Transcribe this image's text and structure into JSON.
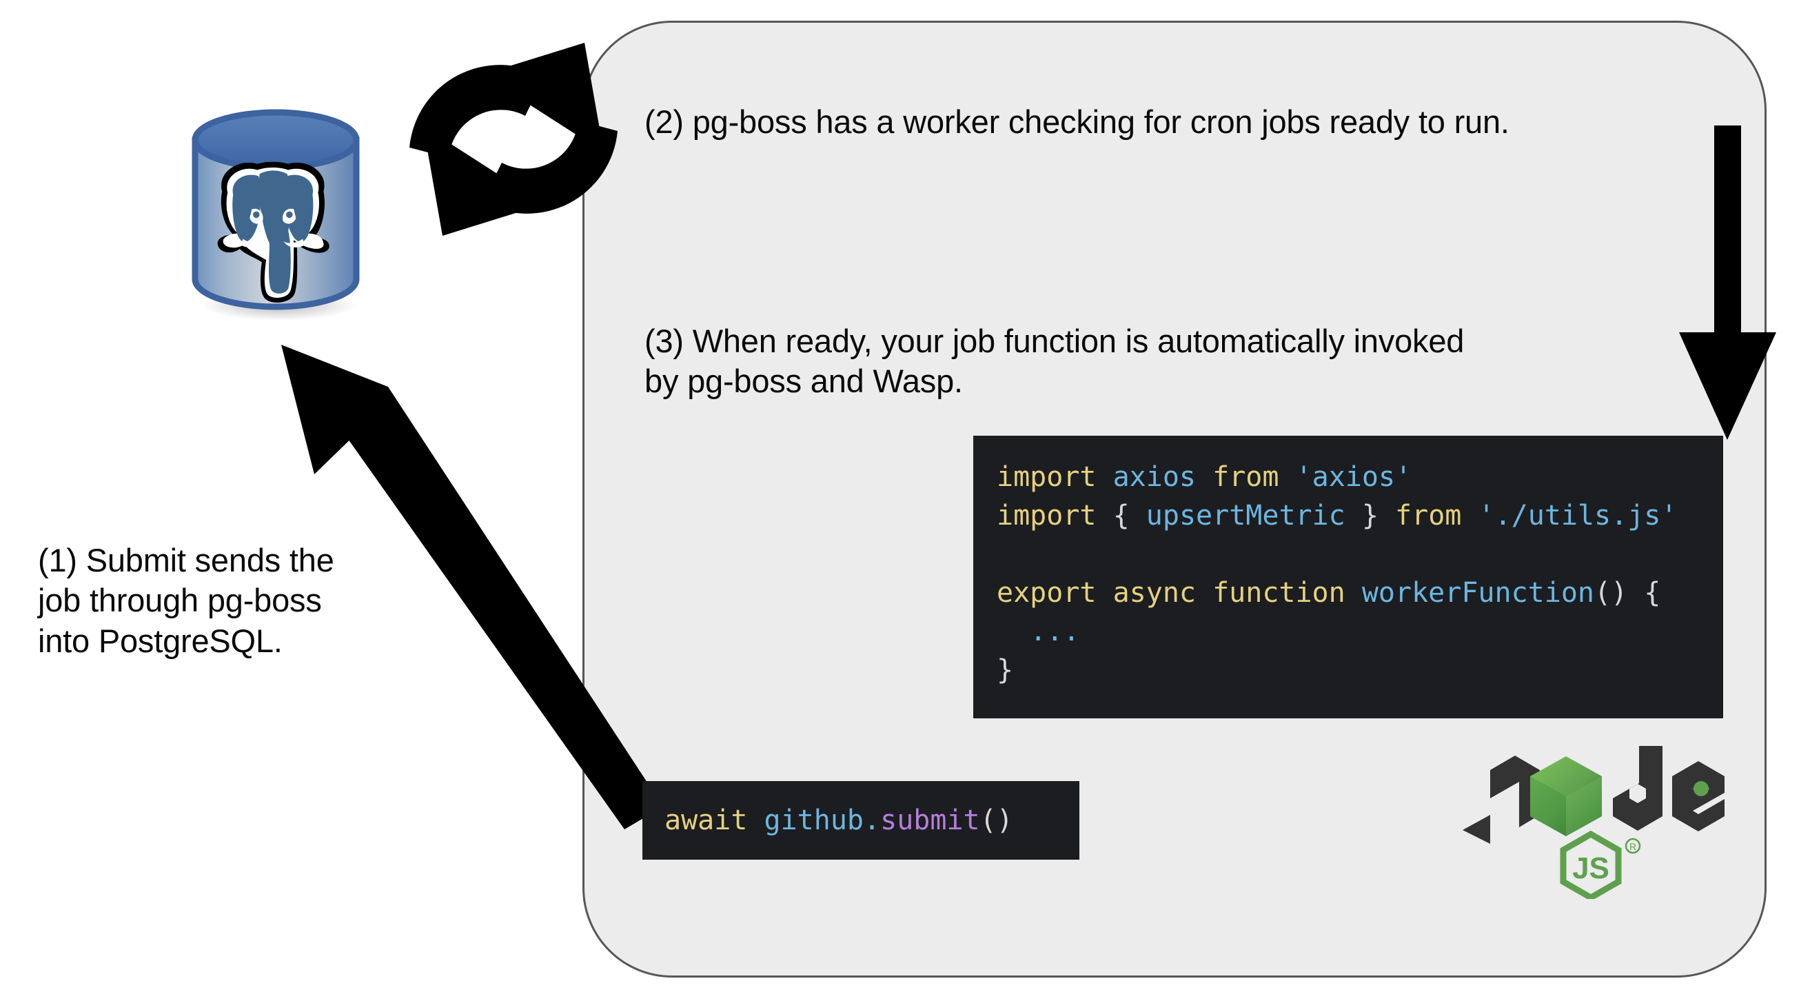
{
  "diagram": {
    "title": "Wasp pg-boss job flow",
    "panel": {
      "fill_color": "#ececec",
      "border_color": "#575757"
    },
    "captions": {
      "step1": "(1) Submit sends the\njob through pg-boss\ninto PostgreSQL.",
      "step2": "(2) pg-boss has a worker checking for cron jobs ready to run.",
      "step3": "(3) When ready, your job function is automatically invoked\nby pg-boss and Wasp."
    },
    "code_worker": {
      "background": "#1c1d21",
      "lines": [
        {
          "tokens": [
            {
              "text": "import",
              "kind": "keyword"
            },
            {
              "text": " ",
              "kind": "plain"
            },
            {
              "text": "axios",
              "kind": "identifier"
            },
            {
              "text": " ",
              "kind": "plain"
            },
            {
              "text": "from",
              "kind": "keyword"
            },
            {
              "text": " ",
              "kind": "plain"
            },
            {
              "text": "'axios'",
              "kind": "string"
            }
          ]
        },
        {
          "tokens": [
            {
              "text": "import",
              "kind": "keyword"
            },
            {
              "text": " ",
              "kind": "plain"
            },
            {
              "text": "{",
              "kind": "punctuation"
            },
            {
              "text": " ",
              "kind": "plain"
            },
            {
              "text": "upsertMetric",
              "kind": "identifier"
            },
            {
              "text": " ",
              "kind": "plain"
            },
            {
              "text": "}",
              "kind": "punctuation"
            },
            {
              "text": " ",
              "kind": "plain"
            },
            {
              "text": "from",
              "kind": "keyword"
            },
            {
              "text": " ",
              "kind": "plain"
            },
            {
              "text": "'./utils.js'",
              "kind": "string"
            }
          ]
        },
        {
          "tokens": []
        },
        {
          "tokens": [
            {
              "text": "export async function",
              "kind": "keyword"
            },
            {
              "text": " ",
              "kind": "plain"
            },
            {
              "text": "workerFunction",
              "kind": "function"
            },
            {
              "text": "() {",
              "kind": "punctuation"
            }
          ]
        },
        {
          "tokens": [
            {
              "text": "  ",
              "kind": "plain"
            },
            {
              "text": "...",
              "kind": "dots"
            }
          ]
        },
        {
          "tokens": [
            {
              "text": "}",
              "kind": "punctuation"
            }
          ]
        }
      ]
    },
    "code_submit": {
      "background": "#1c1d21",
      "tokens": [
        {
          "text": "await",
          "kind": "keyword"
        },
        {
          "text": " ",
          "kind": "plain"
        },
        {
          "text": "github",
          "kind": "identifier"
        },
        {
          "text": ".",
          "kind": "identifier"
        },
        {
          "text": "submit",
          "kind": "method"
        },
        {
          "text": "()",
          "kind": "punctuation"
        }
      ]
    },
    "logos": {
      "postgresql": {
        "name": "postgresql-database-icon",
        "cylinder_color": "#4a72ad",
        "elephant_color": "#40688f"
      },
      "nodejs": {
        "name": "nodejs-logo",
        "wordmark": "node",
        "badge_text": "JS",
        "dark_color": "#333333",
        "green_color": "#5fa04e"
      }
    },
    "arrows": {
      "cycle": "circular-refresh-arrows",
      "down": "down-arrow",
      "diagonal": "diagonal-arrow-to-database",
      "color": "#000000"
    }
  }
}
